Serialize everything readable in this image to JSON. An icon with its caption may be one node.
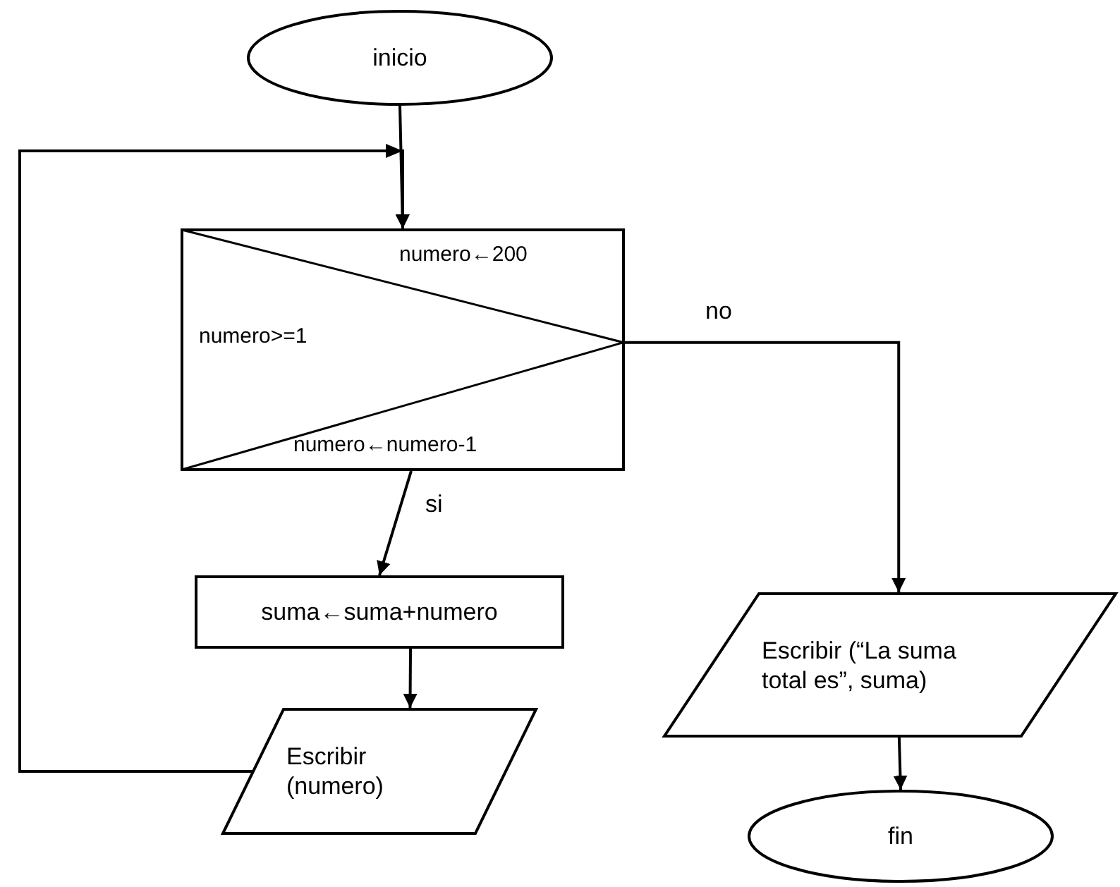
{
  "diagram": {
    "nodes": [
      {
        "text": [
          "inicio"
        ]
      },
      {
        "text": [
          "numero←200",
          "numero>=1",
          "numero←numero-1"
        ]
      },
      {
        "text": [
          "suma←suma+numero"
        ]
      },
      {
        "text": [
          "Escribir (numero)"
        ]
      },
      {
        "text": [
          "Escribir (“La suma total es”, suma)"
        ]
      },
      {
        "text": [
          "fin"
        ]
      }
    ],
    "edges": [
      {
        "from": 0,
        "to": 1,
        "arrow": "to"
      },
      {
        "from": 3,
        "to": 1,
        "arrow": "to"
      },
      {
        "from": 1,
        "to": 2,
        "arrow": "to",
        "label": "si"
      },
      {
        "from": 2,
        "to": 3,
        "arrow": "to"
      },
      {
        "from": 1,
        "to": 4,
        "arrow": "to",
        "label": "no"
      },
      {
        "from": 4,
        "to": 5,
        "arrow": "to"
      }
    ]
  }
}
